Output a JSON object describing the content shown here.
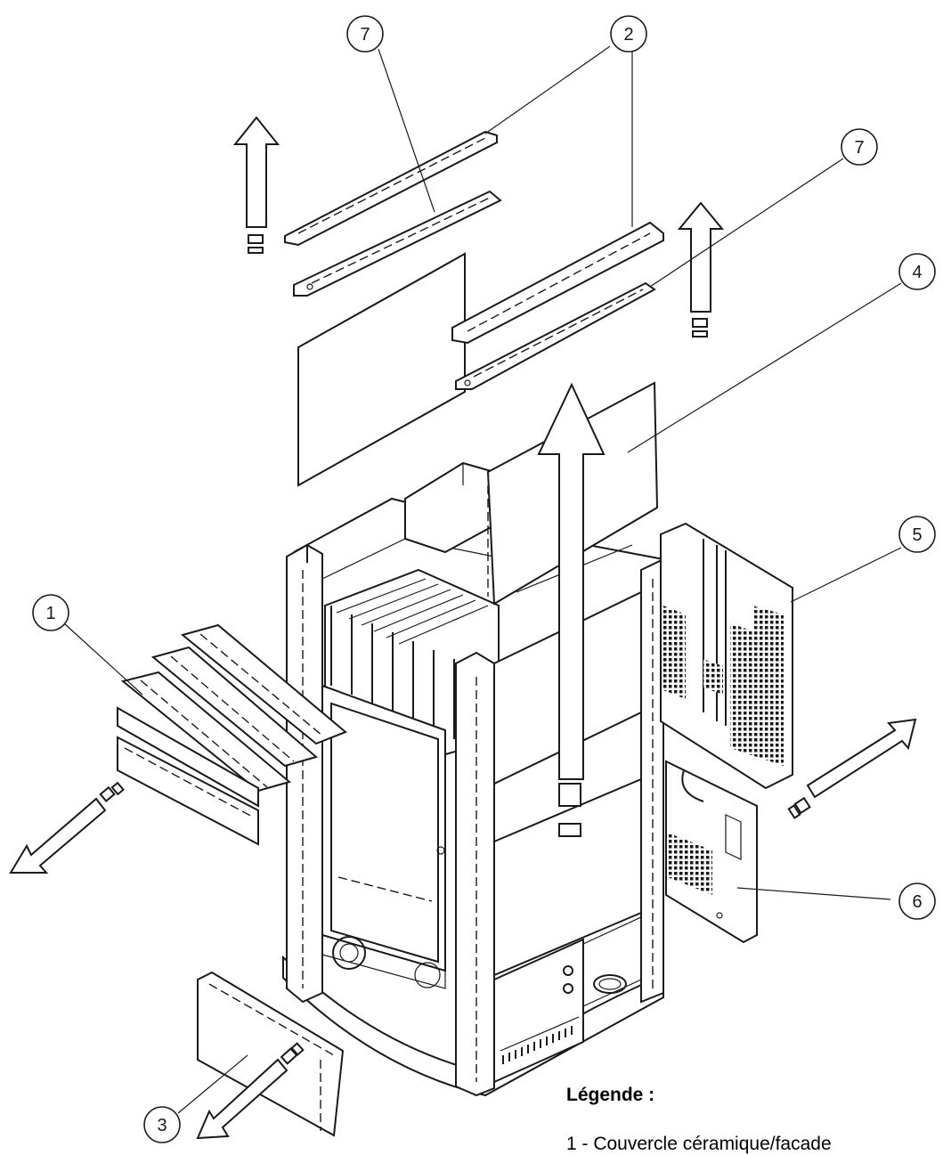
{
  "callouts": {
    "c1": "1",
    "c2a": "2",
    "c2b": "2",
    "c3": "3",
    "c4": "4",
    "c5": "5",
    "c6": "6",
    "c7a": "7",
    "c7b": "7"
  },
  "legend": {
    "title": "Légende :",
    "items": [
      "1 - Couvercle céramique/facade"
    ]
  },
  "colors": {
    "line": "#1a1a1a",
    "background": "#ffffff"
  }
}
